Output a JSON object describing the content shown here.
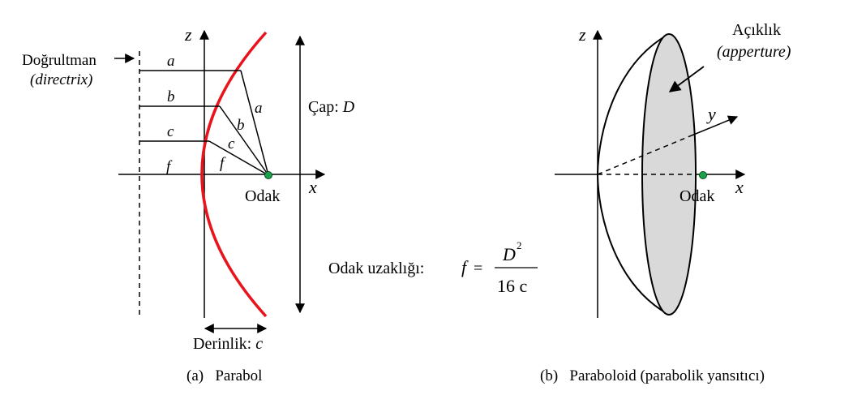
{
  "panel_a": {
    "label_a": "a",
    "label_b": "b",
    "label_c": "c",
    "label_f": "f",
    "axis_z": "z",
    "axis_x": "x",
    "directrix_label": "Doğrultman",
    "directrix_label_en": "(directrix)",
    "focus_label": "Odak",
    "diameter_label": "Çap: ",
    "diameter_symbol": "D",
    "depth_label": "Derinlik: ",
    "depth_symbol": "c",
    "caption": "(a)   Parabol"
  },
  "formula": {
    "label": "Odak uzaklığı: ",
    "lhs": "f",
    "equals": "=",
    "numerator": "D",
    "numerator_exp": "2",
    "denominator": "16 c"
  },
  "panel_b": {
    "axis_z": "z",
    "axis_x": "x",
    "axis_y": "y",
    "aperture_label": "Açıklık",
    "aperture_label_en": "(apperture)",
    "focus_label": "Odak",
    "caption": "(b)   Paraboloid (parabolik yansıtıcı)"
  },
  "colors": {
    "parabola": "#e8131b",
    "focus_dot": "#1aa34a",
    "aperture_fill": "#d9d9d9",
    "line": "#000000"
  }
}
